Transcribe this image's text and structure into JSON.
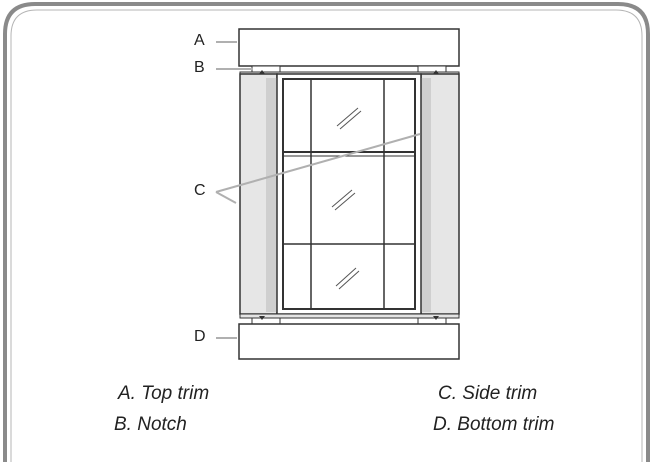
{
  "callouts": {
    "a": "A",
    "b": "B",
    "c": "C",
    "d": "D"
  },
  "legend": {
    "top_trim": "A. Top trim",
    "notch": "B. Notch",
    "side_trim": "C. Side trim",
    "bottom_trim": "D. Bottom trim"
  },
  "colors": {
    "frame_border": "#7a7a7a",
    "panel_fill": "#f7f7f7",
    "shade": "#dedede",
    "line": "#333333",
    "leader": "#b8b8b8"
  }
}
